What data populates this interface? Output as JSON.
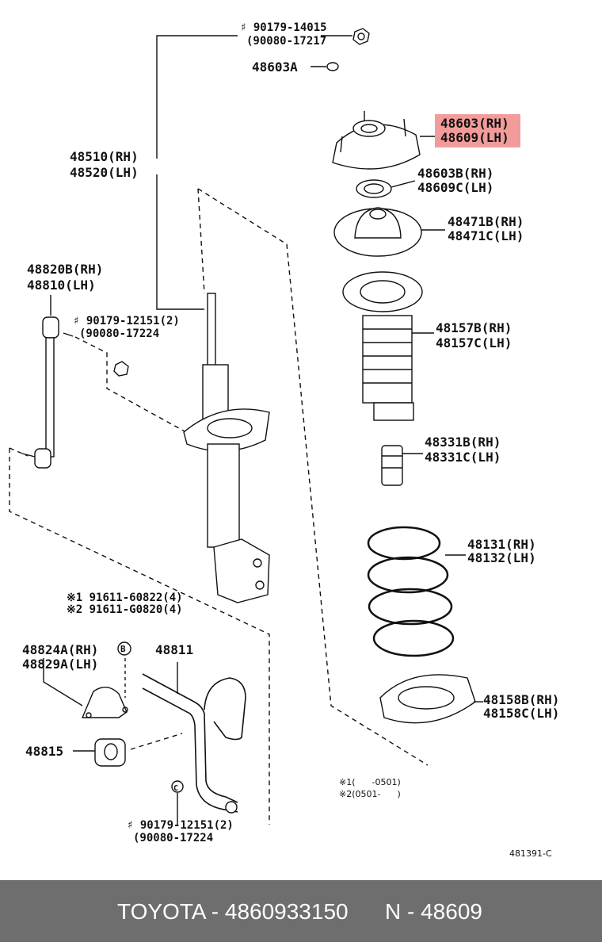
{
  "labels": {
    "nut_top": "♯ 90179-14015",
    "nut_top_alt": "(90080-17217",
    "washer_top": "48603A",
    "support_rh": "48603(RH)",
    "support_lh": "48609(LH)",
    "bearing_rh": "48603B(RH)",
    "bearing_lh": "48609C(LH)",
    "upper_seat_rh": "48471B(RH)",
    "upper_seat_lh": "48471C(LH)",
    "shock_rh": "48510(RH)",
    "shock_lh": "48520(LH)",
    "boot_rh": "48157B(RH)",
    "boot_lh": "48157C(LH)",
    "link_rh": "48820B(RH)",
    "link_lh": "48810(LH)",
    "nut_link": "♯ 90179-12151(2)",
    "nut_link_alt": "(90080-17224",
    "bumper_rh": "48331B(RH)",
    "bumper_lh": "48331C(LH)",
    "spring_rh": "48131(RH)",
    "spring_lh": "48132(LH)",
    "bolt1": "※1 91611-60822(4)",
    "bolt2": "※2 91611-G0820(4)",
    "bracket_rh": "48824A(RH)",
    "bracket_lh": "48829A(LH)",
    "stabilizer": "48811",
    "bushing": "48815",
    "lower_seat_rh": "48158B(RH)",
    "lower_seat_lh": "48158C(LH)",
    "nut_bottom": "♯ 90179-12151(2)",
    "nut_bottom_alt": "(90080-17224",
    "note1": "※1(      -0501)",
    "note2": "※2(0501-      )",
    "diagram_code": "481391-C",
    "badge_b": "B",
    "badge_c": "C"
  },
  "footer": {
    "part_text": "TOYOTA - 4860933150",
    "ref_text": "N - 48609"
  },
  "colors": {
    "highlight": "#f08a8a",
    "footer_bg": "#6e6e6e",
    "footer_text": "#ffffff",
    "line": "#111111"
  }
}
